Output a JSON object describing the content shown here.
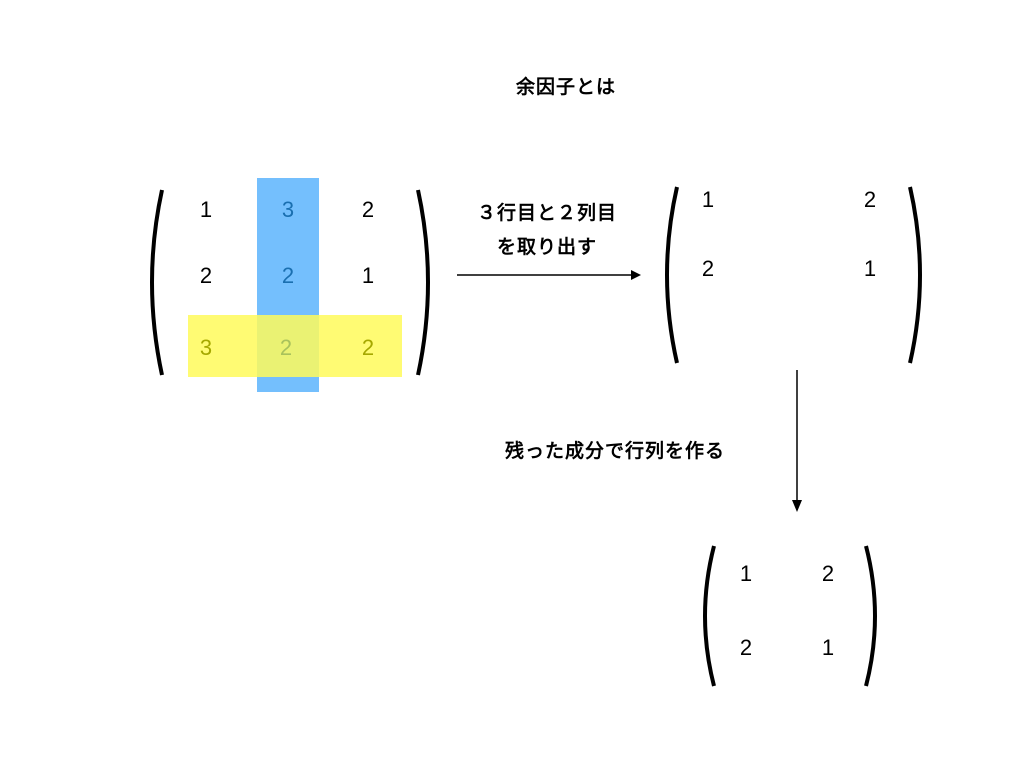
{
  "title": "余因子とは",
  "colors": {
    "column_highlight": "#74bffd",
    "row_highlight": "#fffa5a",
    "overlap": "#d2e47a",
    "column_text": "#1a6fb0",
    "row_text": "#a6a800",
    "overlap_text": "#a9c25c"
  },
  "original_matrix": {
    "rows": [
      [
        "1",
        "3",
        "2"
      ],
      [
        "2",
        "2",
        "1"
      ],
      [
        "3",
        "2",
        "2"
      ]
    ],
    "highlight_row": 3,
    "highlight_column": 2
  },
  "step1_label": {
    "line1": "３行目と２列目",
    "line2": "を取り出す"
  },
  "intermediate_matrix": {
    "rows": [
      [
        "1",
        "2"
      ],
      [
        "2",
        "1"
      ]
    ]
  },
  "step2_label": "残った成分で行列を作る",
  "result_matrix": {
    "rows": [
      [
        "1",
        "2"
      ],
      [
        "2",
        "1"
      ]
    ]
  }
}
